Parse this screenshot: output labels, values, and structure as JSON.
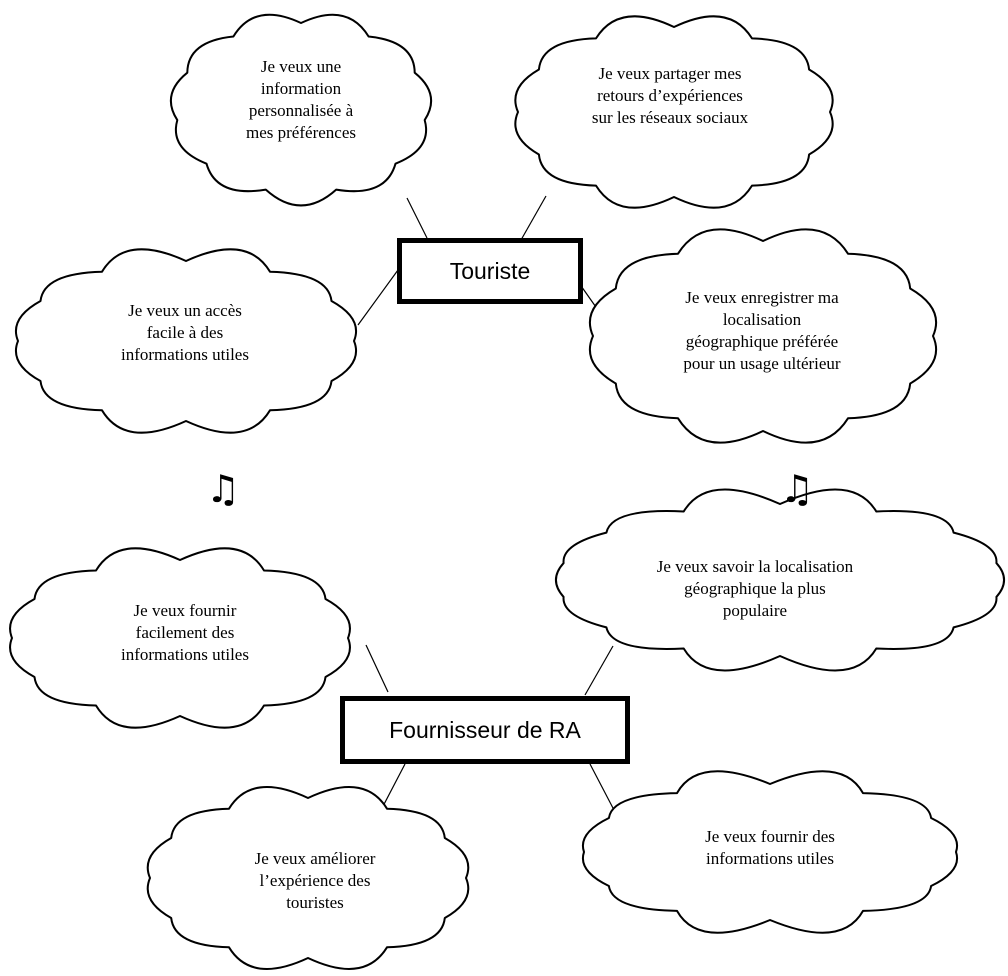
{
  "actors": {
    "tourist": "Touriste",
    "provider": "Fournisseur de RA"
  },
  "tourist_needs": {
    "personalized_info": [
      "Je veux une",
      "information",
      "personnalisée à",
      "mes préférences"
    ],
    "share_experience": [
      "Je veux partager mes",
      "retours d’expériences",
      "sur les réseaux sociaux"
    ],
    "easy_access": [
      "Je veux un accès",
      "facile à des",
      "informations utiles"
    ],
    "save_location": [
      "Je veux enregistrer ma",
      "localisation",
      "géographique préférée",
      "pour un usage ultérieur"
    ]
  },
  "provider_needs": {
    "provide_easily": [
      "Je veux fournir",
      "facilement des",
      "informations utiles"
    ],
    "popular_location": [
      "Je veux savoir la localisation",
      "géographique la plus",
      "populaire"
    ],
    "improve_experience": [
      "Je veux améliorer",
      "l’expérience des",
      "touristes"
    ],
    "provide_info": [
      "Je veux fournir des",
      "informations utiles"
    ]
  },
  "icons": {
    "separator_left": "music-note-icon",
    "separator_right": "music-note-icon"
  },
  "colors": {
    "stroke": "#000000",
    "background": "#ffffff"
  }
}
